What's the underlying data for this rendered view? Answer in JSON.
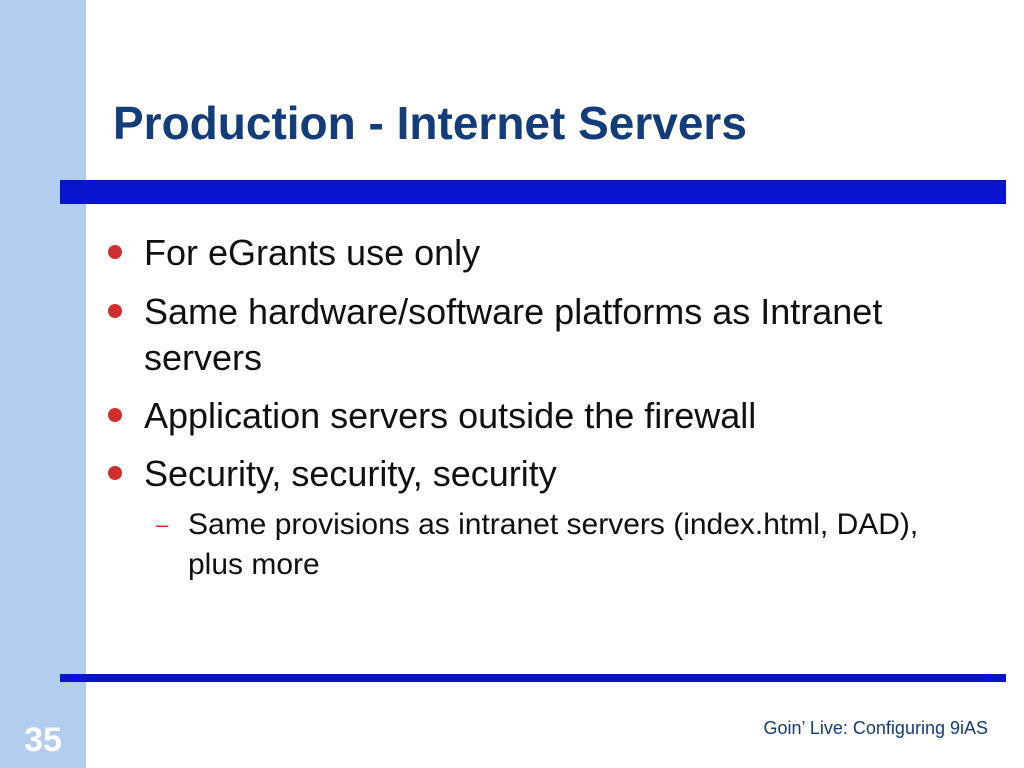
{
  "slide": {
    "title": "Production - Internet Servers",
    "bullets": [
      {
        "text": "For eGrants use only"
      },
      {
        "text": "Same hardware/software platforms as Intranet servers"
      },
      {
        "text": "Application servers outside the firewall"
      },
      {
        "text": "Security, security, security"
      }
    ],
    "sub_bullets": [
      {
        "text": "Same provisions as intranet servers (index.html, DAD), plus more"
      }
    ],
    "sub_bullet_marker": "–",
    "footer": "Goin’ Live: Configuring 9iAS",
    "page_number": "35"
  },
  "colors": {
    "title": "#123d7a",
    "rule": "#0a14cc",
    "left_band": "#b3cdee",
    "bullet_marker": "#d12f2f",
    "body_text": "#101010"
  }
}
